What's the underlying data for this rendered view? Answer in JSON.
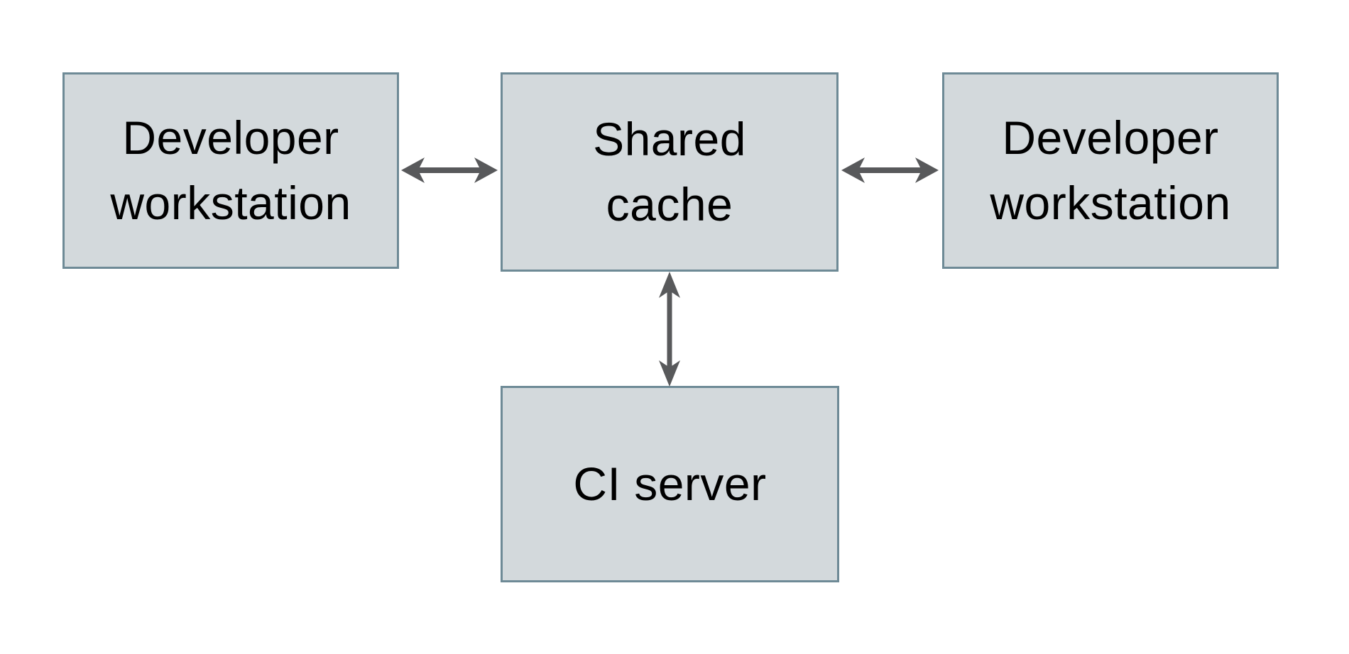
{
  "diagram": {
    "type": "architecture-diagram",
    "background": "#ffffff",
    "nodes": [
      {
        "id": "dev-left",
        "label": "Developer workstation",
        "line1": "Developer",
        "line2": "workstation"
      },
      {
        "id": "cache",
        "label": "Shared cache",
        "line1": "Shared",
        "line2": "cache"
      },
      {
        "id": "dev-right",
        "label": "Developer workstation",
        "line1": "Developer",
        "line2": "workstation"
      },
      {
        "id": "ci",
        "label": "CI server",
        "line1": "CI server"
      }
    ],
    "edges": [
      {
        "from": "dev-left",
        "to": "cache",
        "direction": "bidirectional",
        "orientation": "horizontal"
      },
      {
        "from": "cache",
        "to": "dev-right",
        "direction": "bidirectional",
        "orientation": "horizontal"
      },
      {
        "from": "cache",
        "to": "ci",
        "direction": "bidirectional",
        "orientation": "vertical"
      }
    ],
    "colors": {
      "node_fill": "#d3d9dc",
      "node_border": "#6e8a96",
      "arrow": "#58595b",
      "text": "#000000"
    }
  }
}
